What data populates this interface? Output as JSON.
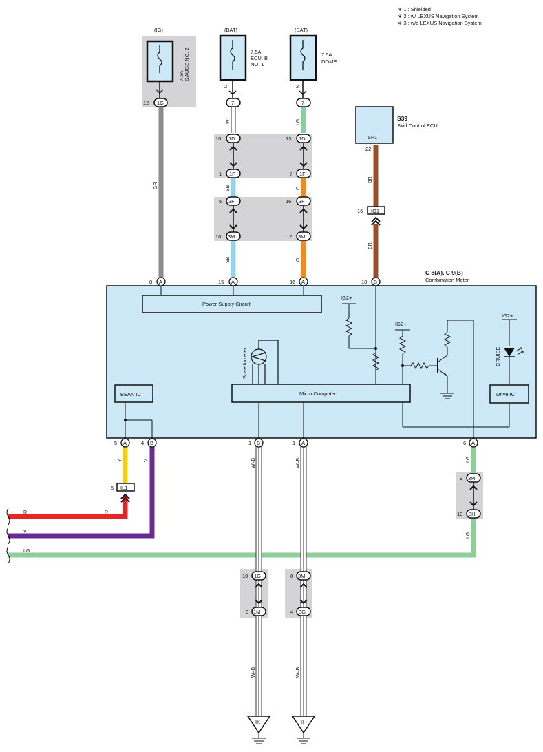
{
  "notes": [
    "∗ 1 : Shielded",
    "∗ 2 : w/ LEXUS Navigation System",
    "∗ 3 : w/o LEXUS Navigation System"
  ],
  "fuses": [
    {
      "source": "(IG)",
      "rating": "7.5A",
      "name": "GAUGE NO. 2",
      "pin": "12",
      "conn": "1G"
    },
    {
      "source": "(BAT)",
      "rating": "7.5A",
      "name1": "ECU–B",
      "name2": "NO. 1",
      "pin": "2",
      "conn": "7"
    },
    {
      "source": "(BAT)",
      "rating": "7.5A",
      "name": "DOME",
      "pin": "2",
      "conn": "7"
    }
  ],
  "skid_ecu": {
    "code": "S39",
    "name": "Skid Control ECU",
    "terminal": "SP1",
    "pin": "22",
    "junction_pin": "16",
    "junction": "IO1"
  },
  "meter": {
    "code": "C 8(A), C 9(B)",
    "name": "Combination Meter",
    "power_supply": "Power Supply Circuit",
    "micro": "Micro Computer",
    "bean": "BEAN IC",
    "drive": "Drive IC",
    "speedometer": "Speedometer",
    "cruise": "CRUISE",
    "ig2": "IG2+",
    "top_pins": [
      {
        "num": "8",
        "conn": "A"
      },
      {
        "num": "15",
        "conn": "A"
      },
      {
        "num": "16",
        "conn": "A"
      },
      {
        "num": "18",
        "conn": "B"
      }
    ],
    "bottom_pins": [
      {
        "num": "5",
        "conn": "A"
      },
      {
        "num": "4",
        "conn": "B"
      },
      {
        "num": "1",
        "conn": "B"
      },
      {
        "num": "1",
        "conn": "A"
      },
      {
        "num": "6",
        "conn": "A"
      }
    ]
  },
  "junctions": {
    "j1d_l": {
      "pin": "10",
      "conn": "1D"
    },
    "j1f_l": {
      "pin": "1",
      "conn": "1F"
    },
    "j3f_l": {
      "pin": "5",
      "conn": "3F"
    },
    "j3m_l": {
      "pin": "10",
      "conn": "3M"
    },
    "j1d_r": {
      "pin": "13",
      "conn": "1D"
    },
    "j1f_r": {
      "pin": "7",
      "conn": "1F"
    },
    "j3f_r": {
      "pin": "16",
      "conn": "3F"
    },
    "j3m_r": {
      "pin": "6",
      "conn": "3M"
    },
    "jil1": {
      "pin": "5",
      "conn": "IL1"
    },
    "j3m_lg": {
      "pin": "9",
      "conn": "3M"
    },
    "j3h_lg": {
      "pin": "10",
      "conn": "3H"
    },
    "j1g_b": {
      "pin": "10",
      "conn": "1G"
    },
    "j1m_b": {
      "pin": "3",
      "conn": "1M"
    },
    "j3m_b": {
      "pin": "8",
      "conn": "3M"
    },
    "j3g_b": {
      "pin": "4",
      "conn": "3G"
    }
  },
  "wire_colors": {
    "GR": "GR",
    "W": "W",
    "LG": "LG",
    "SB": "SB",
    "O": "O",
    "BR": "BR",
    "Y": "Y",
    "V": "V",
    "R": "R",
    "WB": "W–B"
  },
  "grounds": {
    "left": "IK",
    "right": "II"
  },
  "colors": {
    "meter_fill": "#cde9f7",
    "junction_fill": "#d4d4d6",
    "gray_wire": "#8c8c8c",
    "sb_wire": "#8fd3f1",
    "orange_wire": "#f18a1f",
    "green_wire": "#8dcf98",
    "brown_wire": "#9a4f2b",
    "yellow_wire": "#f5d10a",
    "violet_wire": "#6b2a92",
    "red_wire": "#e52627"
  }
}
